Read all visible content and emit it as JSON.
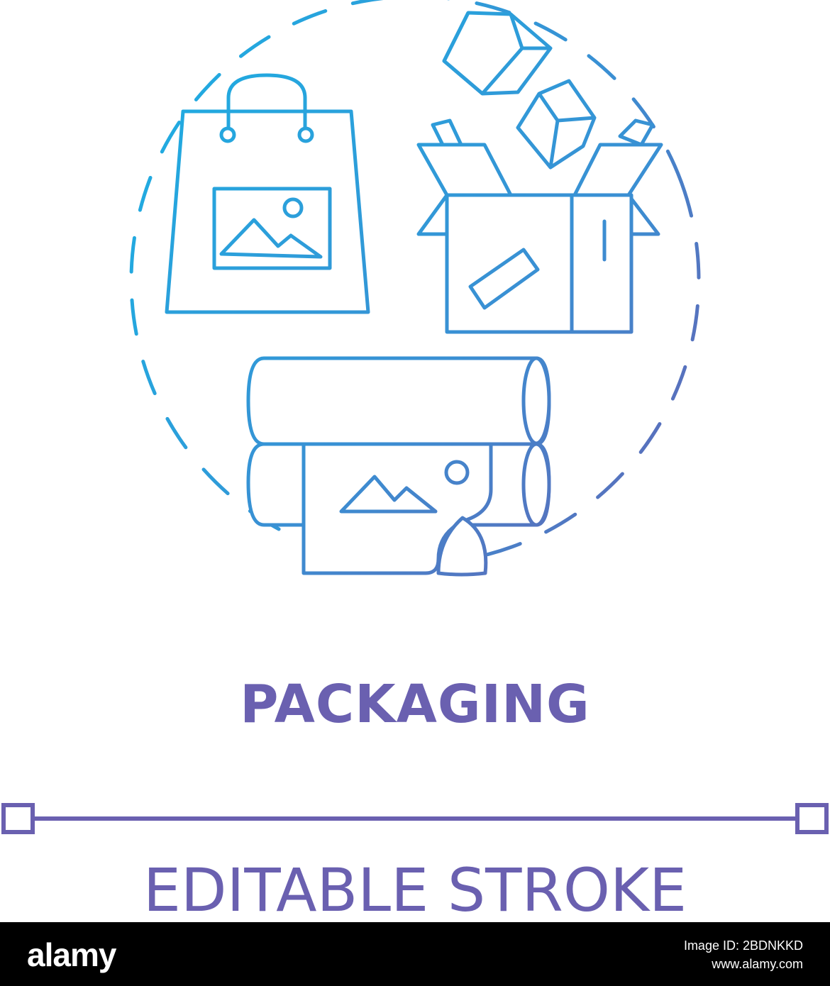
{
  "illustration": {
    "title": "PACKAGING",
    "subtitle": "EDITABLE STROKE",
    "colors": {
      "gradient_start": "#1aa8e0",
      "gradient_end": "#6a60b0",
      "title": "#6a60b0",
      "subtitle": "#6a60b0",
      "stroke_line": "#6a60b0"
    },
    "icons": [
      "shopping-bag-icon",
      "open-box-icon",
      "paper-rolls-icon",
      "cube-icon",
      "image-icon"
    ]
  },
  "footer": {
    "logo": "alamy",
    "image_id": "Image ID: 2BDNKKD",
    "site": "www.alamy.com",
    "background": "#000000"
  }
}
